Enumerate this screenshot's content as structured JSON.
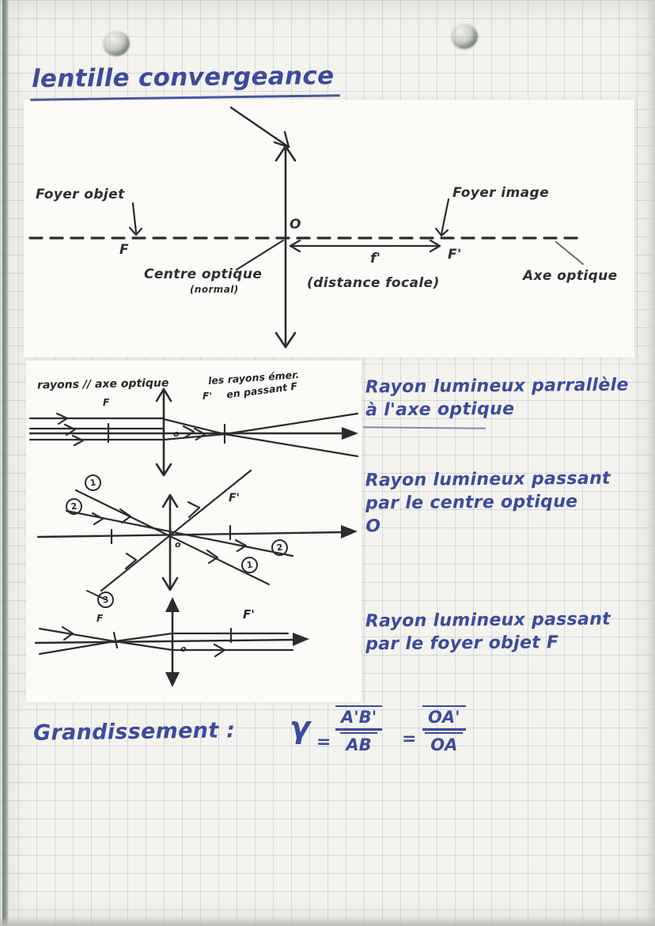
{
  "title": {
    "text": "lentille convergeance"
  },
  "main_diagram": {
    "foyer_objet": "Foyer objet",
    "foyer_image": "Foyer image",
    "point_f": "F",
    "point_o": "O",
    "point_f_prime": "F'",
    "focal_length": "f'",
    "focal_sub": "(distance focale)",
    "centre_optique": "Centre optique",
    "centre_optique_sub": "(normal)",
    "axe_optique": "Axe optique"
  },
  "ray_diagrams": {
    "caption_left": "rayons // axe optique",
    "caption_right_line1": "les rayons émer.",
    "caption_right_line2": "en passant F",
    "d1": {
      "f": "F",
      "f_prime": "F'",
      "o": "o"
    },
    "d2": {
      "n1": "1",
      "n2": "2",
      "f_prime": "F'",
      "o": "o"
    },
    "d3": {
      "n3": "3",
      "f": "F",
      "f_prime": "F'",
      "o": "o"
    }
  },
  "notes": [
    {
      "line1": "Rayon lumineux parrallèle",
      "line2": "à l'axe optique"
    },
    {
      "line1": "Rayon lumineux passant",
      "line2": "par le centre optique",
      "line3": "O"
    },
    {
      "line1": "Rayon lumineux passant",
      "line2": "par le foyer objet F"
    }
  ],
  "formula": {
    "label": "Grandissement :",
    "gamma": "γ",
    "eq1": "=",
    "frac1_num": "A'B'",
    "frac1_den": "AB",
    "eq2": "=",
    "frac2_num": "OA'",
    "frac2_den": "OA"
  },
  "colors": {
    "ink_blue": "#3c4b9c",
    "pen_dark": "#2b2b30",
    "paper": "#f4f3ee"
  }
}
